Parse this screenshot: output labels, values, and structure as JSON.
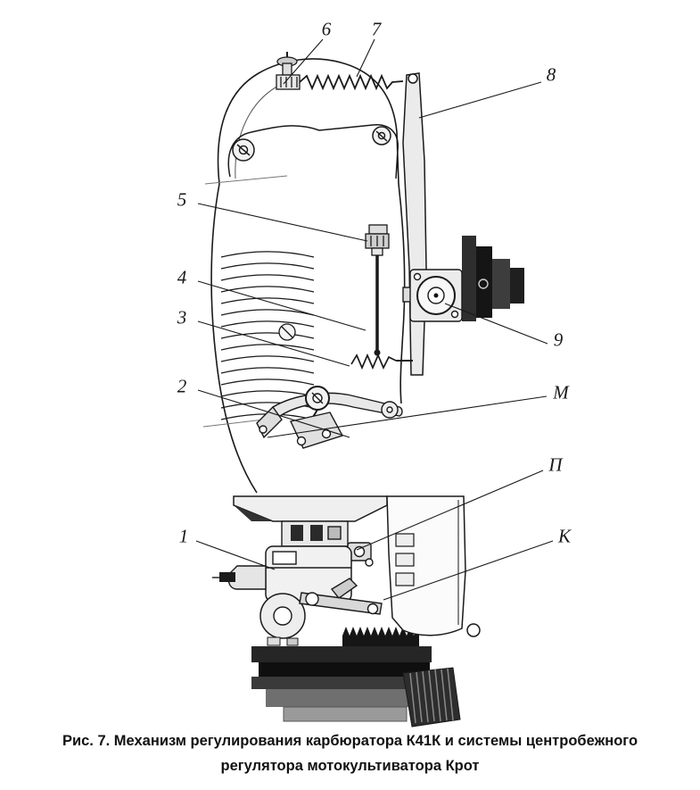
{
  "figure": {
    "caption_line1": "Рис. 7. Механизм регулирования карбюратора К41К и системы центробежного",
    "caption_line2": "регулятора мотокультиватора Крот"
  },
  "callouts": {
    "n1": "1",
    "n2": "2",
    "n3": "3",
    "n4": "4",
    "n5": "5",
    "n6": "6",
    "n7": "7",
    "n8": "8",
    "n9": "9",
    "m": "М",
    "p": "П",
    "k": "К"
  },
  "colors": {
    "ink": "#1a1a1a",
    "paper": "#ffffff"
  }
}
